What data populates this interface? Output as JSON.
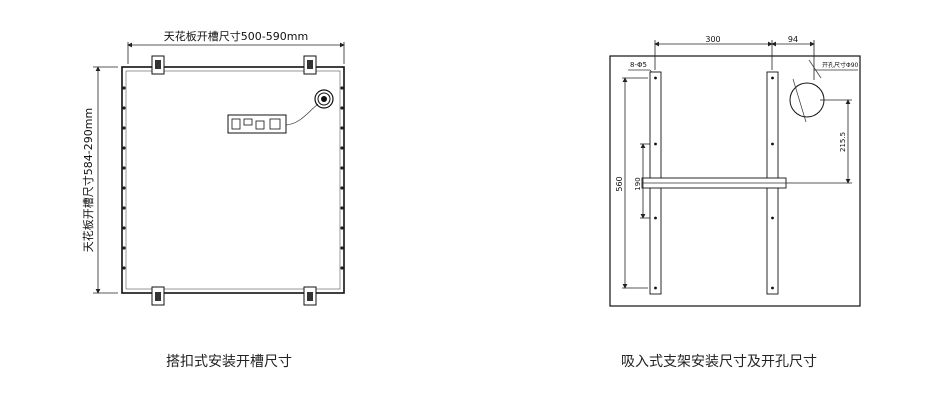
{
  "left_drawing": {
    "top_dimension": "天花板开槽尺寸500-590mm",
    "side_dimension": "天花板开槽尺寸584-290mm",
    "caption": "搭扣式安装开槽尺寸"
  },
  "right_drawing": {
    "dim_300": "300",
    "dim_94": "94",
    "hole_spec": "8-Φ5",
    "hole_size": "开孔尺寸Φ90",
    "dim_560": "560",
    "dim_190": "190",
    "dim_215": "215.5",
    "caption": "吸入式支架安装尺寸及开孔尺寸"
  }
}
